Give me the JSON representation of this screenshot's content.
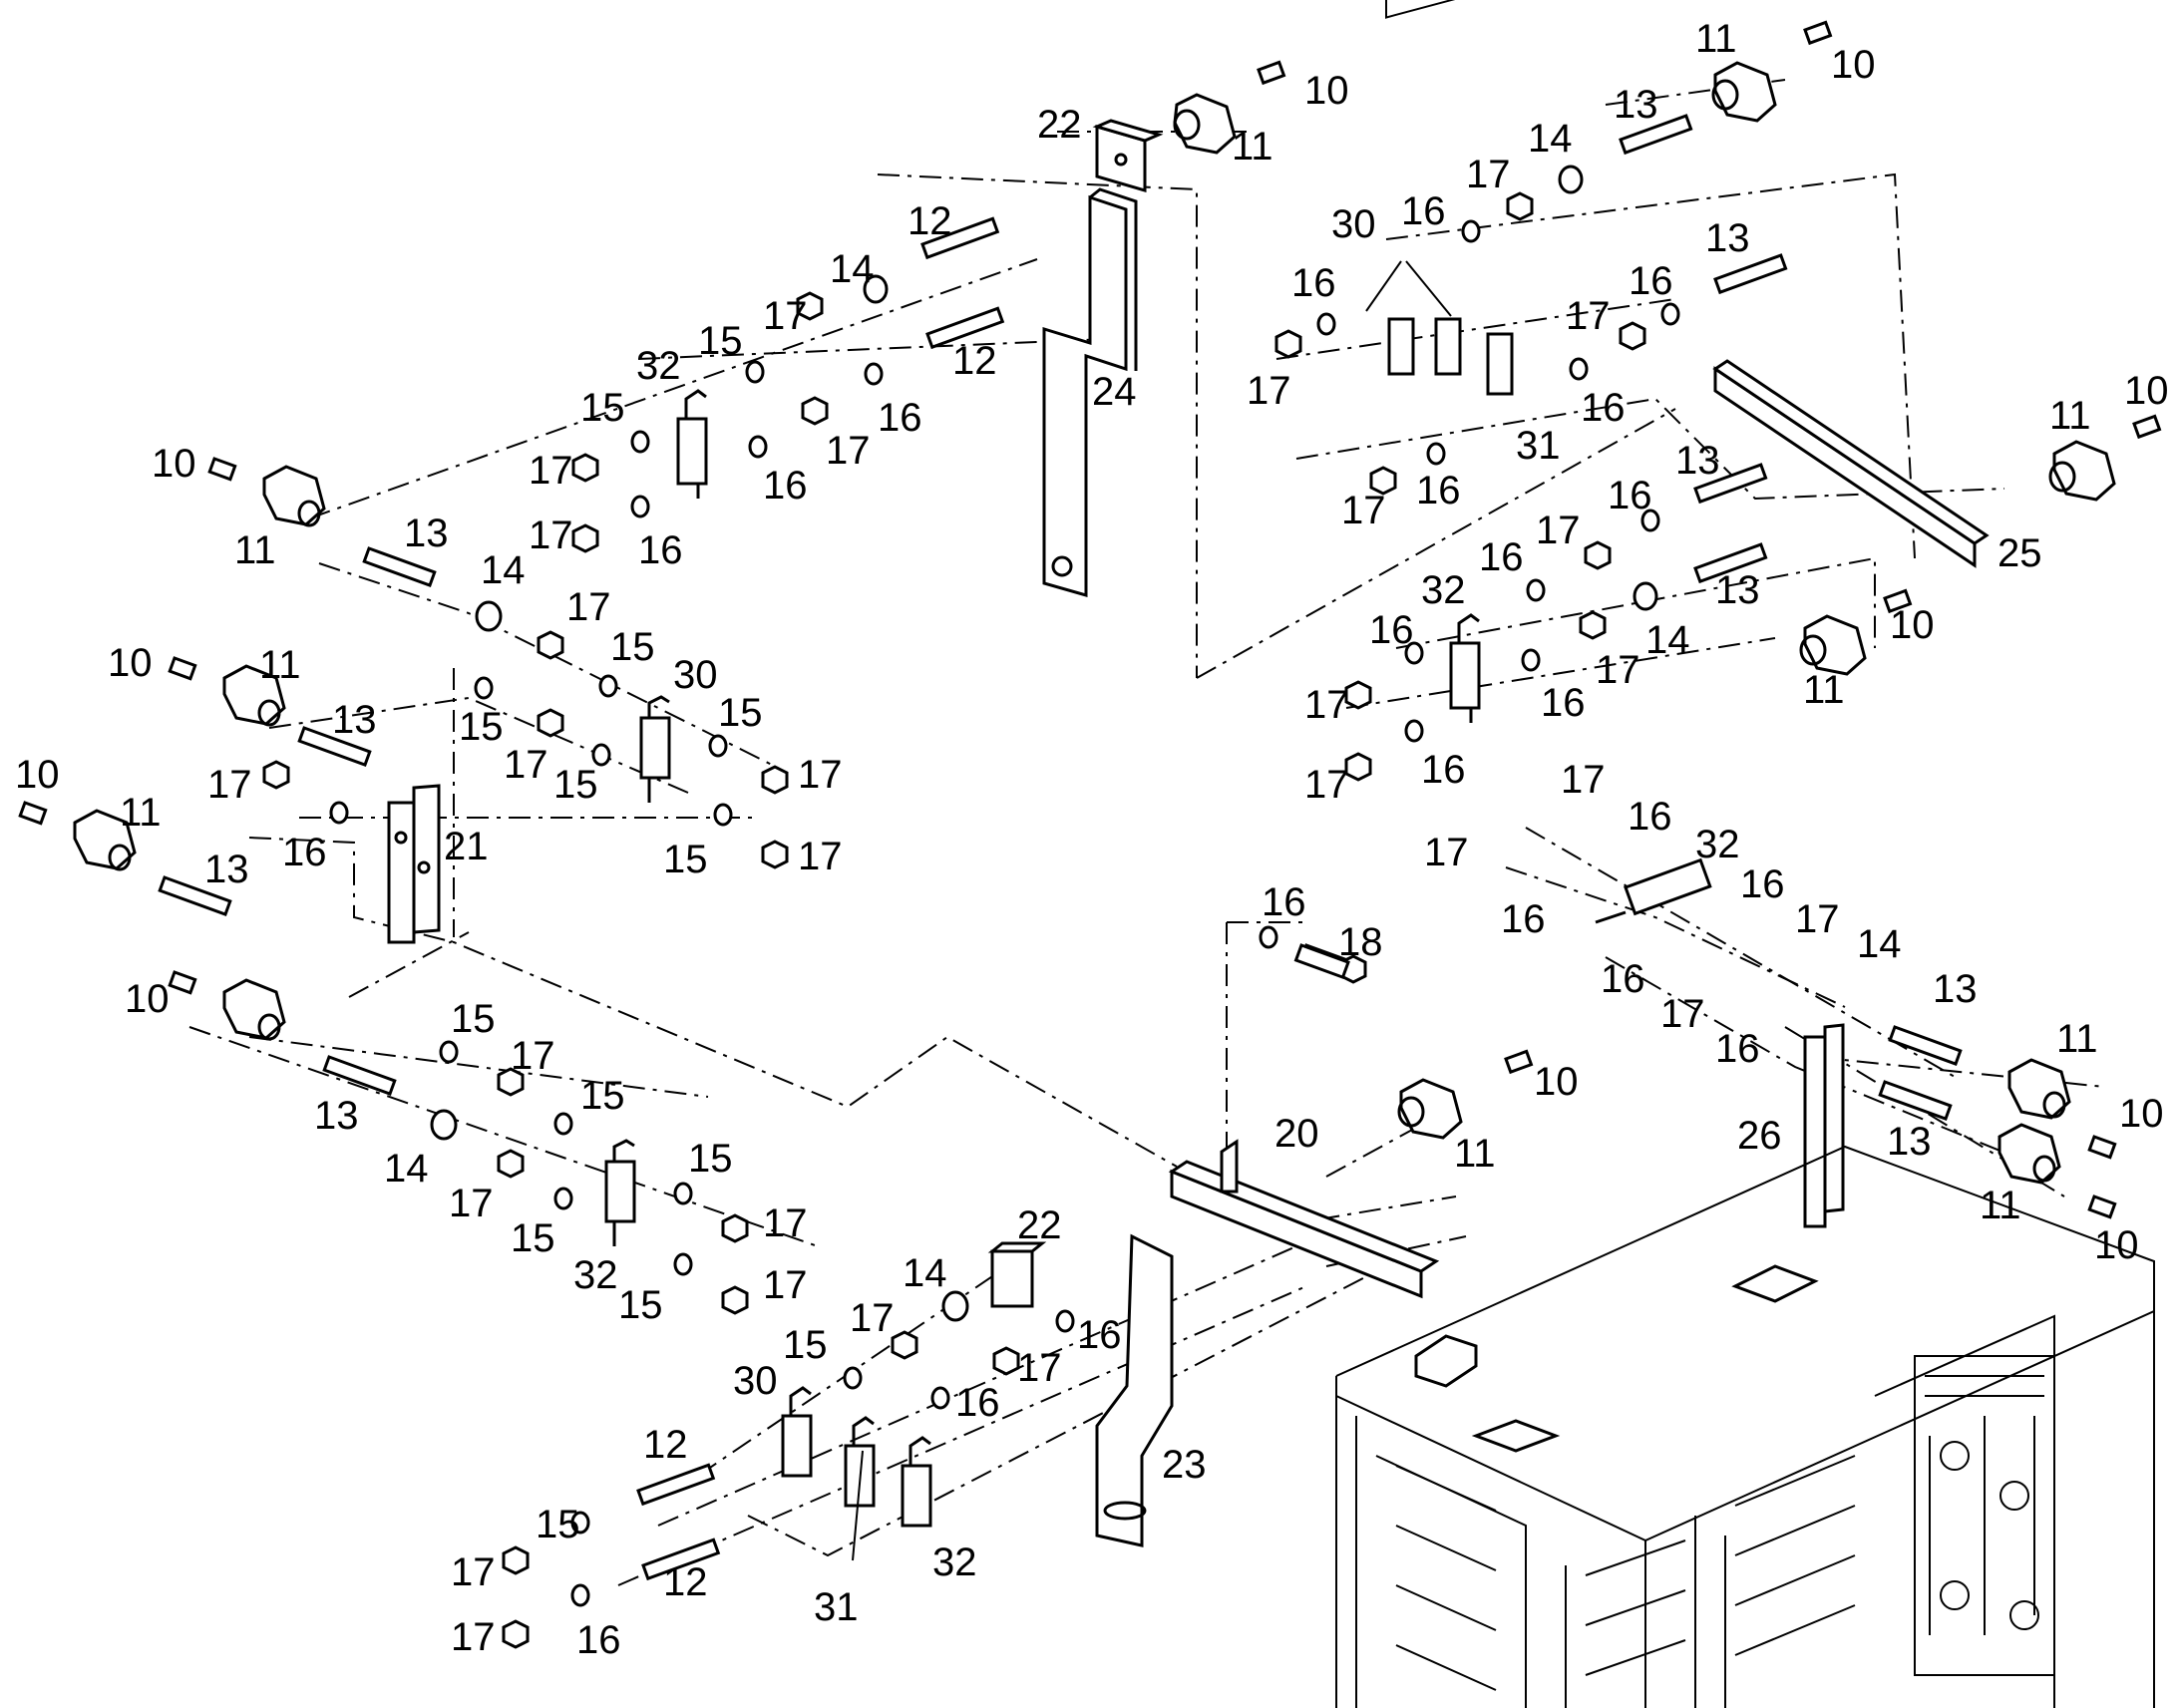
{
  "callouts": {
    "c10": "10",
    "c11": "11",
    "c12": "12",
    "c13": "13",
    "c14": "14",
    "c15": "15",
    "c16": "16",
    "c17": "17",
    "c18": "18",
    "c20": "20",
    "c21": "21",
    "c22": "22",
    "c23": "23",
    "c24": "24",
    "c25": "25",
    "c26": "26",
    "c30": "30",
    "c31": "31",
    "c32": "32"
  }
}
